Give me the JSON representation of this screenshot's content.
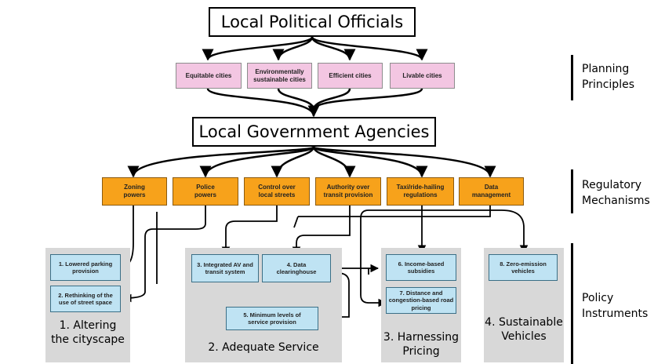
{
  "top": {
    "officials": "Local Political Officials",
    "agencies": "Local Government Agencies"
  },
  "principles": [
    "Equitable cities",
    "Environmentally sustainable cities",
    "Efficient cities",
    "Livable cities"
  ],
  "mechanisms": [
    "Zoning powers",
    "Police powers",
    "Control over local streets",
    "Authority over transit provision",
    "Taxi/ride-hailing regulations",
    "Data management"
  ],
  "instruments": {
    "g1": {
      "label": "1. Altering the cityscape",
      "items": [
        "1. Lowered parking provision",
        "2. Rethinking of the use of street space"
      ]
    },
    "g2": {
      "label": "2. Adequate Service",
      "items": [
        "3. Integrated AV and transit system",
        "4. Data clearinghouse",
        "5. Minimum levels of service provision"
      ]
    },
    "g3": {
      "label": "3. Harnessing Pricing",
      "items": [
        "6. Income-based subsidies",
        "7. Distance and congestion-based road pricing"
      ]
    },
    "g4": {
      "label": "4. Sustainable Vehicles",
      "items": [
        "8. Zero-emission vehicles"
      ]
    }
  },
  "sidebar": {
    "planning": "Planning Principles",
    "regulatory": "Regulatory Mechanisms",
    "policy": "Policy Instruments"
  }
}
